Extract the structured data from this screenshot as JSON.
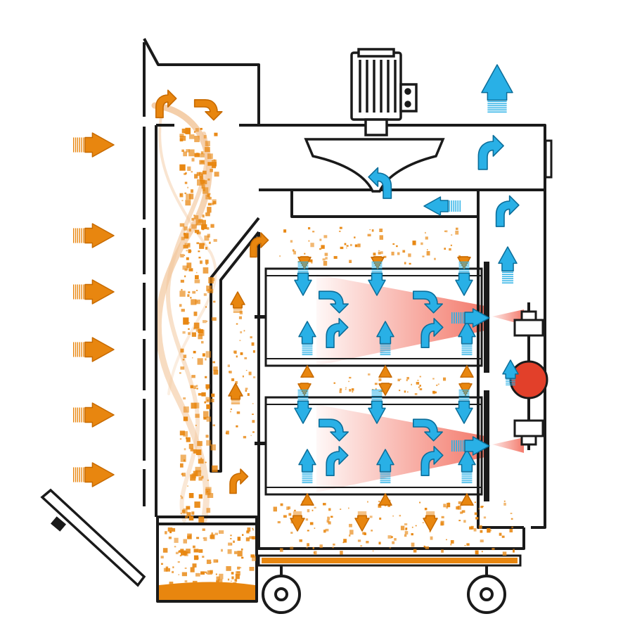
{
  "diagram": {
    "kind": "dust-collector-airflow-schematic",
    "text_labels": [],
    "colors": {
      "outline": "#1a1a1a",
      "dirty_air_arrow": "#e8860f",
      "dirty_air_arrow_dark": "#c76a00",
      "clean_air_arrow": "#29b0e6",
      "clean_air_arrow_outline": "#0b6d99",
      "dust": "#e8860f",
      "cyclone_swirl": "#f3c9a0",
      "pulse_cone": "#f26b5b",
      "valve_red": "#e2402a",
      "motor_grey": "#e6e6e6"
    },
    "components": [
      "intake-louvres",
      "pre-separator-chamber",
      "dust-drawer",
      "fan-motor",
      "fan-impeller",
      "cartridge-filter-upper",
      "cartridge-filter-lower",
      "compressed-air-pulse-jets",
      "diaphragm-valve",
      "collection-tray",
      "caster-wheels",
      "access-door"
    ],
    "flows": {
      "dirty_inlet_arrows": 6,
      "clean_exhaust_arrows": 2,
      "pulse_jets": 2
    }
  }
}
